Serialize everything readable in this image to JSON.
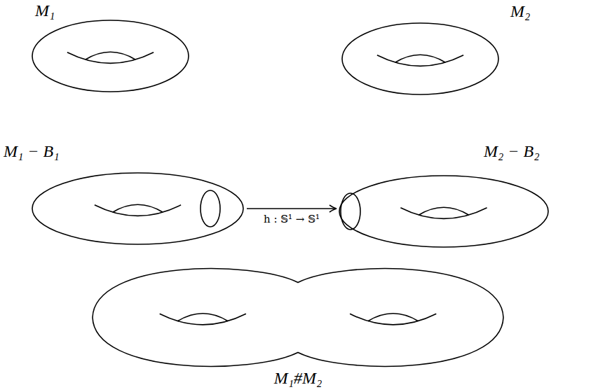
{
  "diagram": {
    "nodes": [
      {
        "text": [
          "M₁"
        ]
      },
      {
        "text": [
          "M₂"
        ]
      },
      {
        "text": [
          "M₁ − B₁"
        ]
      },
      {
        "text": [
          "M₂ − B₂"
        ]
      },
      {
        "text": [
          "M₁#M₂"
        ]
      }
    ],
    "edges": [
      {
        "from": 2,
        "to": 3,
        "arrow": "to",
        "label": "h : 𝕊¹ → 𝕊¹"
      }
    ]
  }
}
